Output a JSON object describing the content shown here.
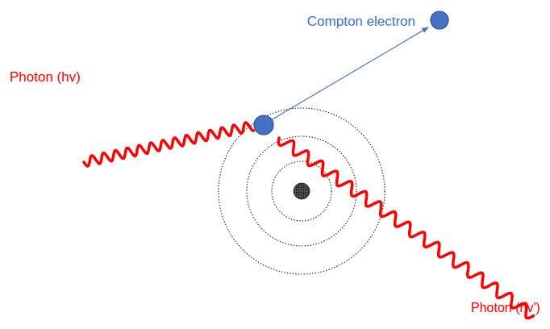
{
  "diagram": {
    "labels": [
      "Compton electron",
      "Photon (hv)",
      "Photon (hv')"
    ]
  }
}
